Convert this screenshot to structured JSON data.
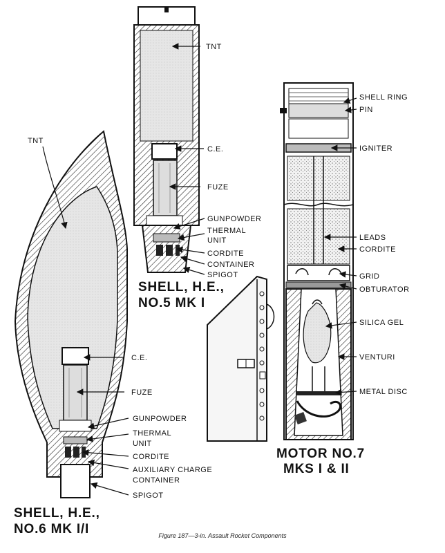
{
  "shell_no5": {
    "labels": [
      "TNT",
      "C.E.",
      "FUZE",
      "GUNPOWDER",
      "THERMAL",
      "UNIT",
      "CORDITE",
      "CONTAINER",
      "SPIGOT"
    ],
    "title_line1": "SHELL, H.E.,",
    "title_line2": "NO.5 MK I"
  },
  "shell_no6": {
    "tnt_label": "TNT",
    "labels": [
      "C.E.",
      "FUZE",
      "GUNPOWDER",
      "THERMAL",
      "UNIT",
      "CORDITE",
      "AUXILIARY CHARGE",
      "CONTAINER",
      "SPIGOT"
    ],
    "title_line1": "SHELL, H.E.,",
    "title_line2": "NO.6 MK I/I"
  },
  "motor": {
    "labels": [
      "SHELL RING",
      "PIN",
      "IGNITER",
      "LEADS",
      "CORDITE",
      "GRID",
      "OBTURATOR",
      "SILICA GEL",
      "VENTURI",
      "METAL DISC"
    ],
    "title_line1": "MOTOR NO.7",
    "title_line2": "MKS I & II"
  },
  "caption": "Figure 187—3-in. Assault Rocket Components"
}
